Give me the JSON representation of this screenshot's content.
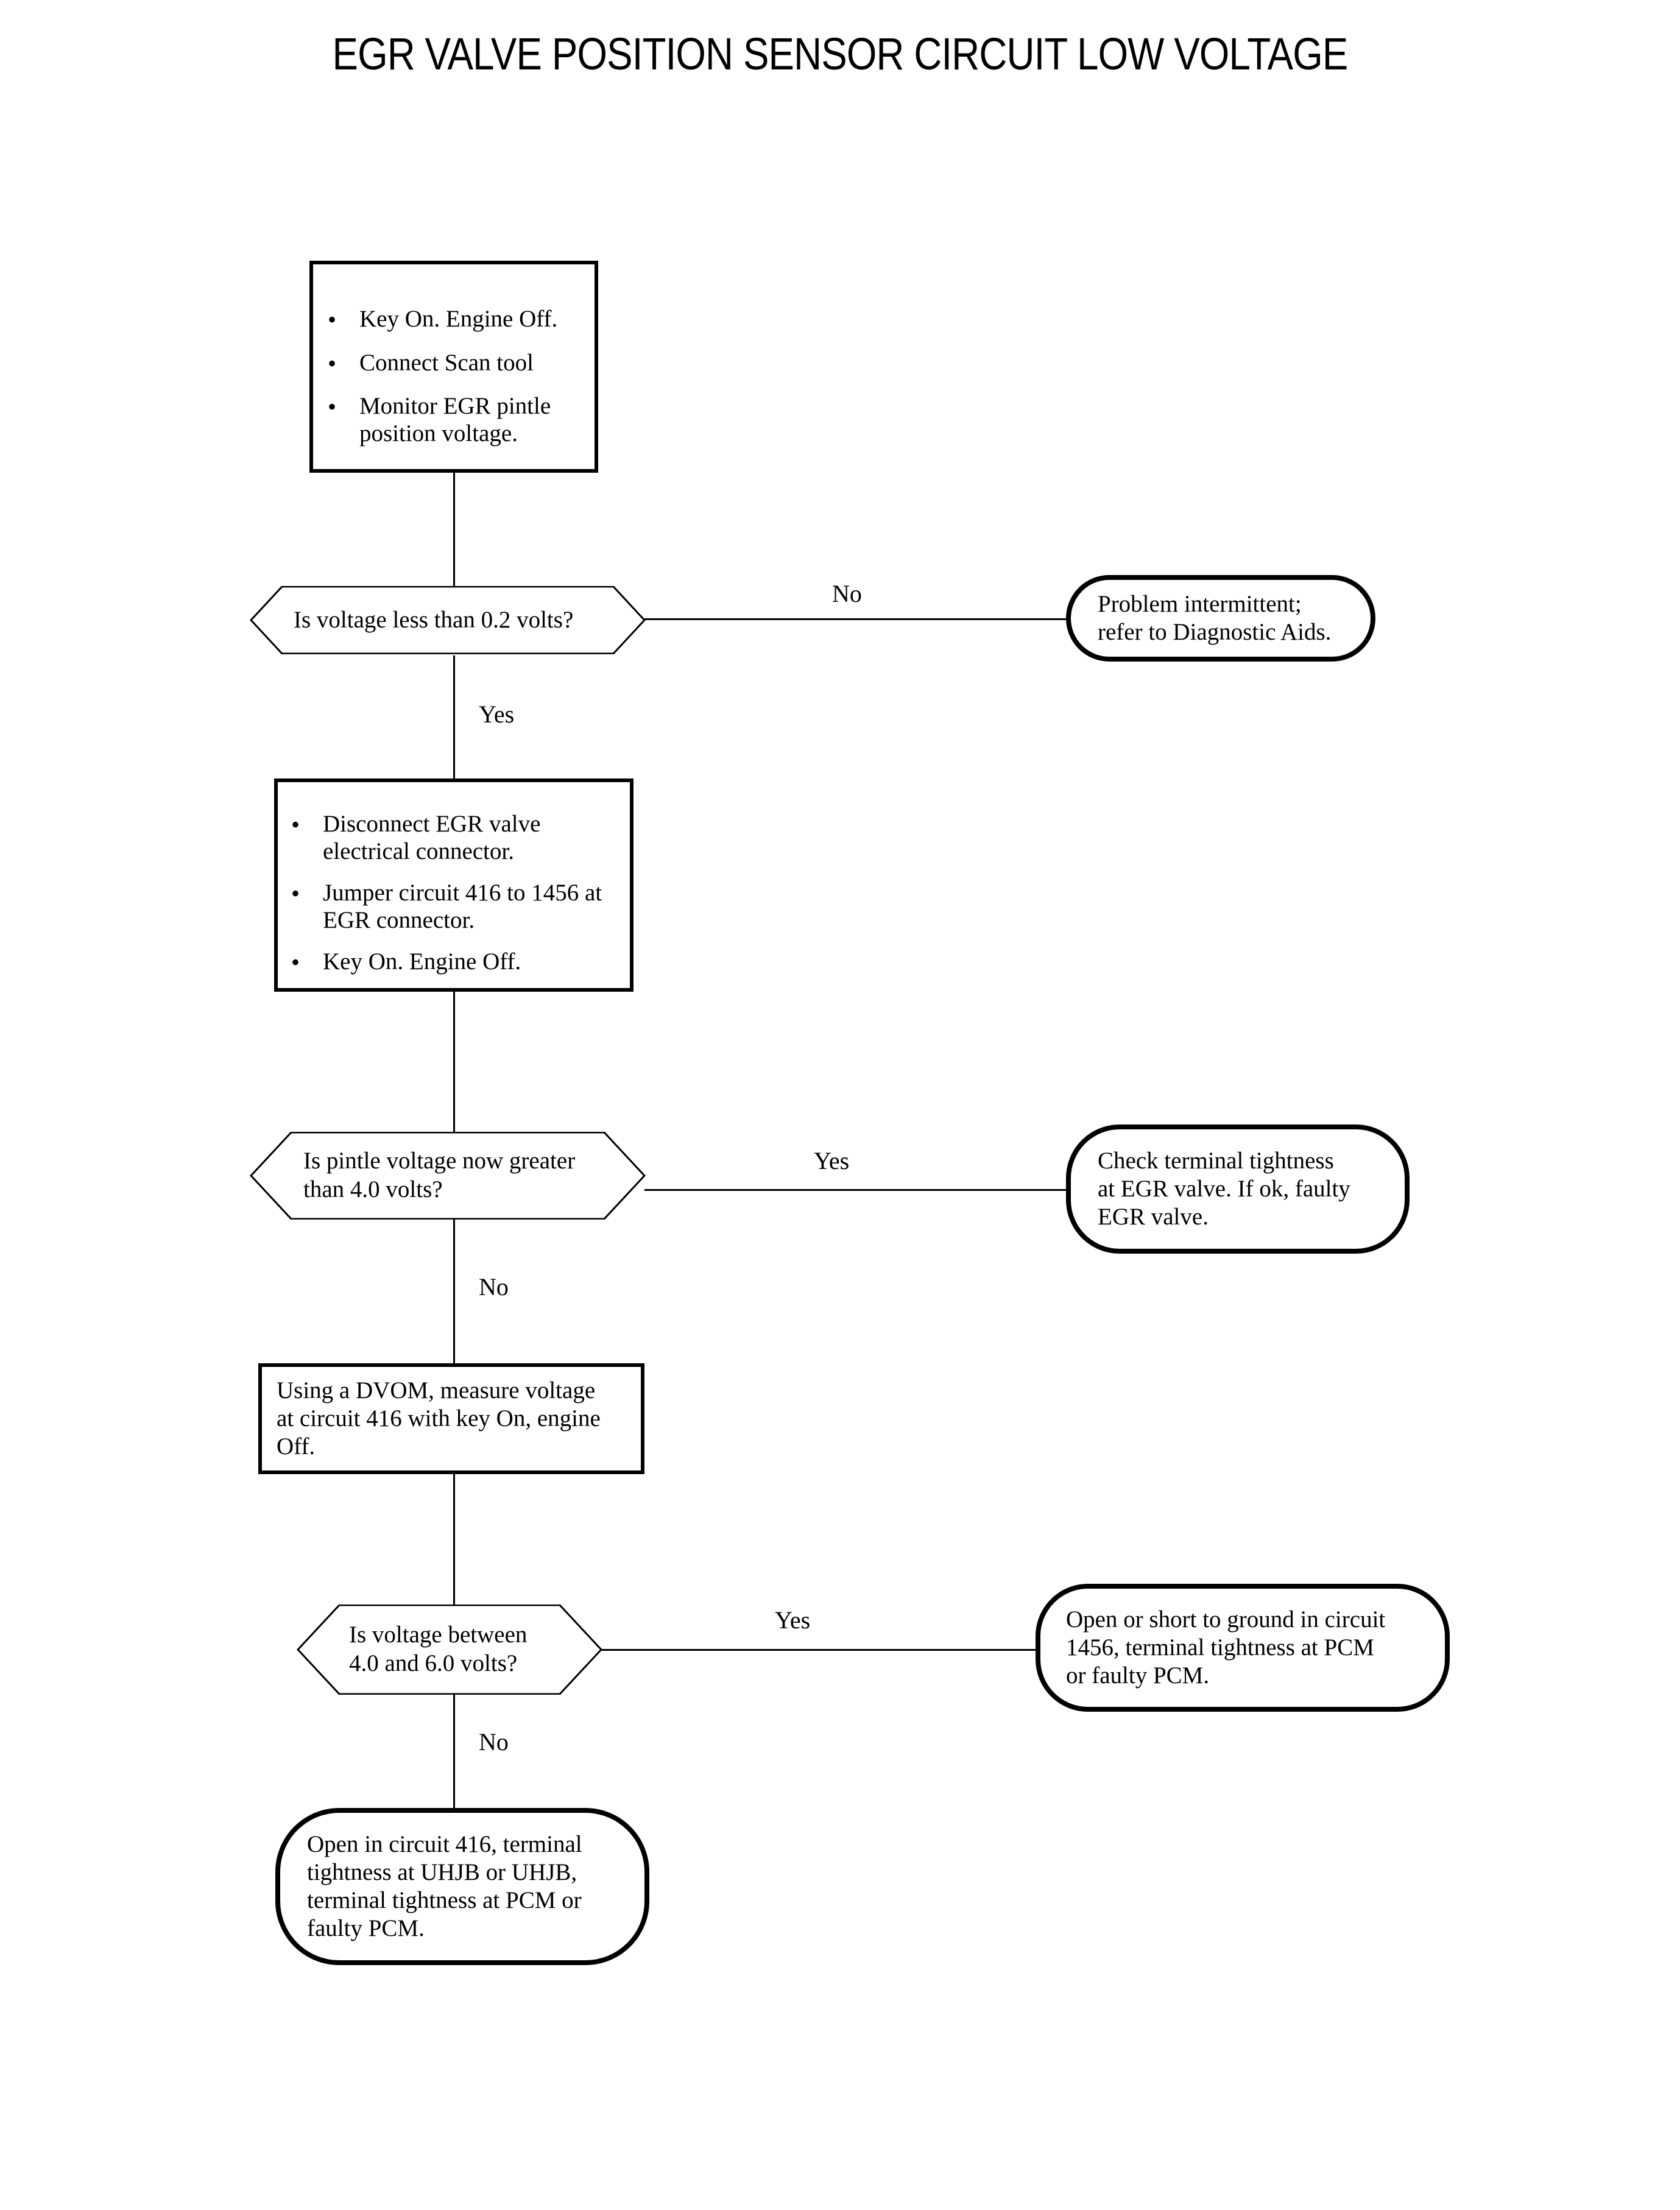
{
  "page": {
    "title": "EGR VALVE POSITION SENSOR CIRCUIT LOW VOLTAGE",
    "background": "#ffffff",
    "ink": "#000000"
  },
  "flowchart": {
    "type": "diagnostic-flowchart",
    "nodes": [
      {
        "id": "step1",
        "shape": "process",
        "bullets": [
          "Key On. Engine Off.",
          "Connect Scan tool",
          "Monitor EGR pintle position voltage."
        ]
      },
      {
        "id": "decision1",
        "shape": "decision",
        "lines": [
          "Is voltage less than 0.2 volts?"
        ]
      },
      {
        "id": "result1",
        "shape": "terminator",
        "lines": [
          "Problem intermittent;",
          "refer to Diagnostic Aids."
        ]
      },
      {
        "id": "step2",
        "shape": "process",
        "bullets": [
          "Disconnect EGR valve electrical connector.",
          "Jumper circuit 416 to 1456 at EGR connector.",
          "Key On. Engine Off."
        ]
      },
      {
        "id": "decision2",
        "shape": "decision",
        "lines": [
          "Is pintle voltage now greater",
          "than 4.0 volts?"
        ]
      },
      {
        "id": "result2",
        "shape": "terminator",
        "lines": [
          "Check terminal tightness",
          "at EGR valve. If ok, faulty",
          "EGR valve."
        ]
      },
      {
        "id": "step3",
        "shape": "process",
        "lines": [
          "Using a DVOM, measure voltage",
          "at circuit 416 with key On, engine",
          "Off."
        ]
      },
      {
        "id": "decision3",
        "shape": "decision",
        "lines": [
          "Is voltage between",
          "4.0 and 6.0 volts?"
        ]
      },
      {
        "id": "result3",
        "shape": "terminator",
        "lines": [
          "Open or short to ground in circuit",
          "1456, terminal tightness at PCM",
          "or faulty PCM."
        ]
      },
      {
        "id": "result4",
        "shape": "terminator",
        "lines": [
          "Open in circuit 416, terminal",
          "tightness at UHJB or UHJB,",
          "terminal tightness at PCM or",
          "faulty PCM."
        ]
      }
    ],
    "edges": [
      {
        "id": "e1",
        "from": "step1",
        "to": "decision1",
        "label": ""
      },
      {
        "id": "e2",
        "from": "decision1",
        "to": "result1",
        "label": "No"
      },
      {
        "id": "e3",
        "from": "decision1",
        "to": "step2",
        "label": "Yes"
      },
      {
        "id": "e4",
        "from": "step2",
        "to": "decision2",
        "label": ""
      },
      {
        "id": "e5",
        "from": "decision2",
        "to": "result2",
        "label": "Yes"
      },
      {
        "id": "e6",
        "from": "decision2",
        "to": "step3",
        "label": "No"
      },
      {
        "id": "e7",
        "from": "step3",
        "to": "decision3",
        "label": ""
      },
      {
        "id": "e8",
        "from": "decision3",
        "to": "result3",
        "label": "Yes"
      },
      {
        "id": "e9",
        "from": "decision3",
        "to": "result4",
        "label": "No"
      }
    ]
  },
  "bullet_glyph": "•"
}
